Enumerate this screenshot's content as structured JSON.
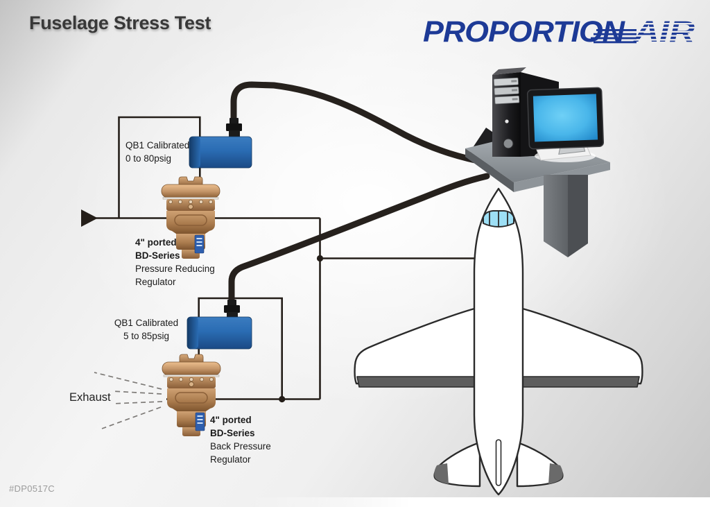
{
  "title": "Fuselage Stress Test",
  "doc_code": "#DP0517C",
  "logo": {
    "word1": "PROPORTION",
    "word2": "AIR"
  },
  "labels": {
    "qb1_top": {
      "lines": [
        "QB1 Calibrated",
        "0 to 80psig"
      ]
    },
    "reg_top": {
      "lines": [
        "4\" ported",
        "BD-Series",
        "Pressure Reducing",
        "Regulator"
      ]
    },
    "qb1_bottom": {
      "lines": [
        "QB1 Calibrated",
        "5 to 85psig"
      ]
    },
    "reg_bottom": {
      "lines": [
        "4\" ported",
        "BD-Series",
        "Back Pressure",
        "Regulator"
      ]
    },
    "exhaust": "Exhaust"
  },
  "diagram": {
    "components": [
      "air-supply-inlet",
      "qb1-pressure-transducer-top",
      "bd-series-pressure-reducing-regulator",
      "qb1-pressure-transducer-bottom",
      "bd-series-back-pressure-regulator",
      "control-computer",
      "airplane-fuselage"
    ]
  },
  "colors": {
    "logo_navy": "#1d3a96",
    "qb1_blue": "#2a6cb3",
    "bronze": "#b08050",
    "screen_blue": "#49b6ea",
    "line_black": "#241e19",
    "wing_gray": "#5d5d5d"
  }
}
